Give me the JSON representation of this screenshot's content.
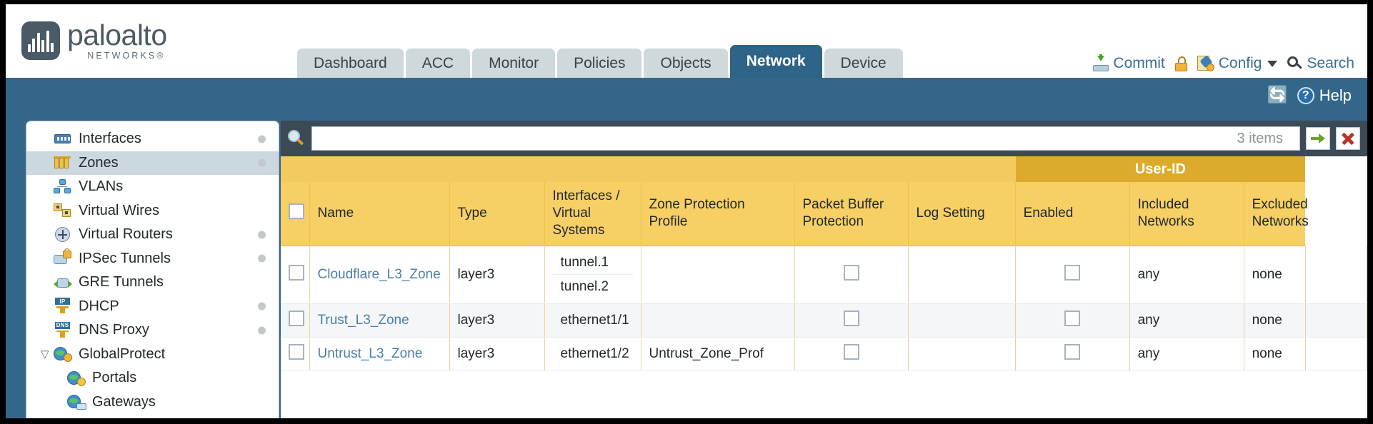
{
  "brand": {
    "name": "paloalto",
    "sub": "NETWORKS®",
    "logo_icon": "paloalto-bars-logo"
  },
  "nav": {
    "tabs": [
      {
        "label": "Dashboard",
        "active": false
      },
      {
        "label": "ACC",
        "active": false
      },
      {
        "label": "Monitor",
        "active": false
      },
      {
        "label": "Policies",
        "active": false
      },
      {
        "label": "Objects",
        "active": false
      },
      {
        "label": "Network",
        "active": true
      },
      {
        "label": "Device",
        "active": false
      }
    ]
  },
  "toolbar": {
    "commit_label": "Commit",
    "config_label": "Config",
    "search_label": "Search",
    "lock_icon": "padlock-icon",
    "commit_icon": "commit-icon",
    "config_icon": "config-wrench-icon",
    "search_icon": "search-icon",
    "caret_icon": "chevron-down-icon"
  },
  "subbar": {
    "refresh_icon": "refresh-icon",
    "help_label": "Help",
    "help_icon": "help-question-icon"
  },
  "sidebar": {
    "items": [
      {
        "label": "Interfaces",
        "icon": "interfaces-icon",
        "dot": true,
        "selected": false,
        "child": false,
        "twisty": ""
      },
      {
        "label": "Zones",
        "icon": "zones-icon",
        "dot": true,
        "selected": true,
        "child": false,
        "twisty": ""
      },
      {
        "label": "VLANs",
        "icon": "vlans-icon",
        "dot": false,
        "selected": false,
        "child": false,
        "twisty": ""
      },
      {
        "label": "Virtual Wires",
        "icon": "virtual-wires-icon",
        "dot": false,
        "selected": false,
        "child": false,
        "twisty": ""
      },
      {
        "label": "Virtual Routers",
        "icon": "virtual-routers-icon",
        "dot": true,
        "selected": false,
        "child": false,
        "twisty": ""
      },
      {
        "label": "IPSec Tunnels",
        "icon": "ipsec-tunnels-icon",
        "dot": true,
        "selected": false,
        "child": false,
        "twisty": ""
      },
      {
        "label": "GRE Tunnels",
        "icon": "gre-tunnels-icon",
        "dot": false,
        "selected": false,
        "child": false,
        "twisty": ""
      },
      {
        "label": "DHCP",
        "icon": "dhcp-icon",
        "dot": true,
        "selected": false,
        "child": false,
        "twisty": ""
      },
      {
        "label": "DNS Proxy",
        "icon": "dns-proxy-icon",
        "dot": true,
        "selected": false,
        "child": false,
        "twisty": ""
      },
      {
        "label": "GlobalProtect",
        "icon": "globalprotect-icon",
        "dot": false,
        "selected": false,
        "child": false,
        "twisty": "▽"
      },
      {
        "label": "Portals",
        "icon": "portals-icon",
        "dot": false,
        "selected": false,
        "child": true,
        "twisty": ""
      },
      {
        "label": "Gateways",
        "icon": "gateways-icon",
        "dot": false,
        "selected": false,
        "child": true,
        "twisty": ""
      }
    ]
  },
  "filter": {
    "value": "",
    "placeholder": "",
    "count_label": "3 items",
    "search_icon": "search-icon",
    "apply_icon": "arrow-right-icon",
    "clear_icon": "close-x-icon"
  },
  "table": {
    "group_header": "User-ID",
    "columns": [
      "Name",
      "Type",
      "Interfaces / Virtual Systems",
      "Zone Protection Profile",
      "Packet Buffer Protection",
      "Log Setting",
      "Enabled",
      "Included Networks",
      "Excluded Networks"
    ],
    "rows": [
      {
        "name": "Cloudflare_L3_Zone",
        "type": "layer3",
        "interfaces": [
          "tunnel.1",
          "tunnel.2"
        ],
        "zone_protection_profile": "",
        "packet_buffer_protection": false,
        "log_setting": "",
        "userid_enabled": false,
        "included_networks": "any",
        "excluded_networks": "none"
      },
      {
        "name": "Trust_L3_Zone",
        "type": "layer3",
        "interfaces": [
          "ethernet1/1"
        ],
        "zone_protection_profile": "",
        "packet_buffer_protection": false,
        "log_setting": "",
        "userid_enabled": false,
        "included_networks": "any",
        "excluded_networks": "none"
      },
      {
        "name": "Untrust_L3_Zone",
        "type": "layer3",
        "interfaces": [
          "ethernet1/2"
        ],
        "zone_protection_profile": "Untrust_Zone_Prof",
        "packet_buffer_protection": false,
        "log_setting": "",
        "userid_enabled": false,
        "included_networks": "any",
        "excluded_networks": "none"
      }
    ]
  },
  "colors": {
    "header_blue": "#336688",
    "active_tab": "#2e6487",
    "table_header": "#f6cf65",
    "group_header": "#ddab2c",
    "link": "#4b7fa6"
  }
}
